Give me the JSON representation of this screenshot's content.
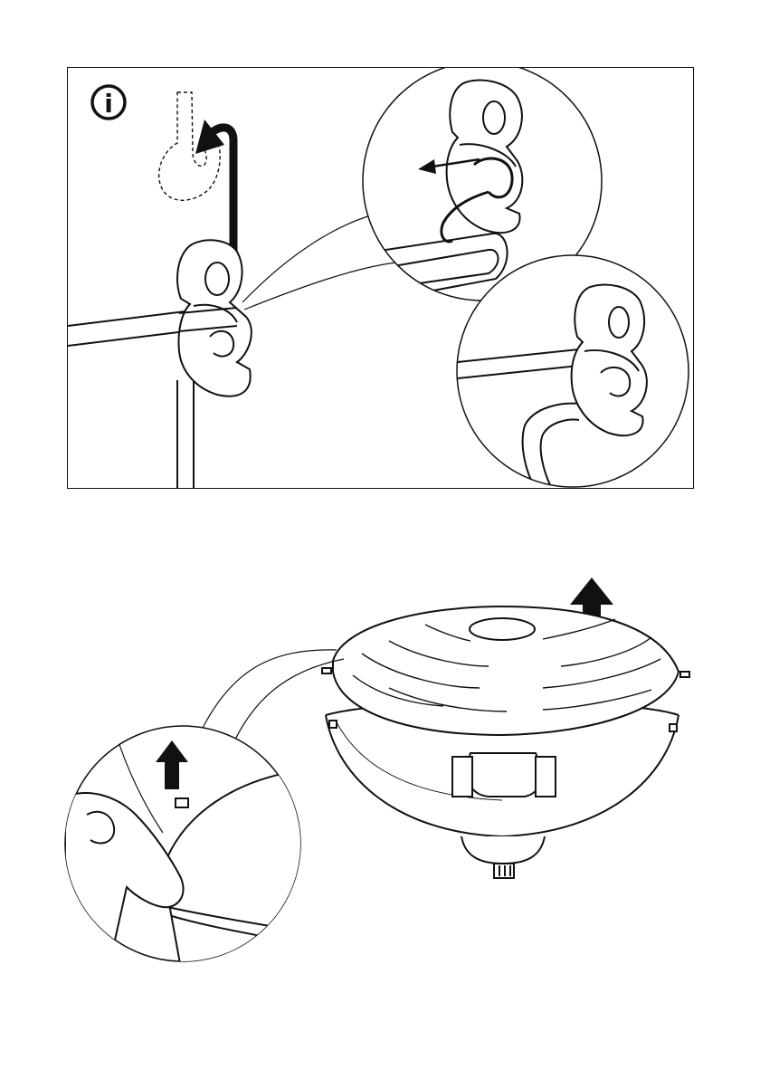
{
  "page": {
    "info_badge": {
      "letter": "i",
      "icon": "info-icon"
    },
    "colors": {
      "ink": "#111111",
      "paper": "#ffffff",
      "shade": "#f2f2f2"
    }
  },
  "steps": [
    {
      "name": "hook-lamp-step",
      "icon": "hook-illustration"
    },
    {
      "name": "remove-shade-step",
      "icon": "lamp-shade-illustration"
    }
  ]
}
